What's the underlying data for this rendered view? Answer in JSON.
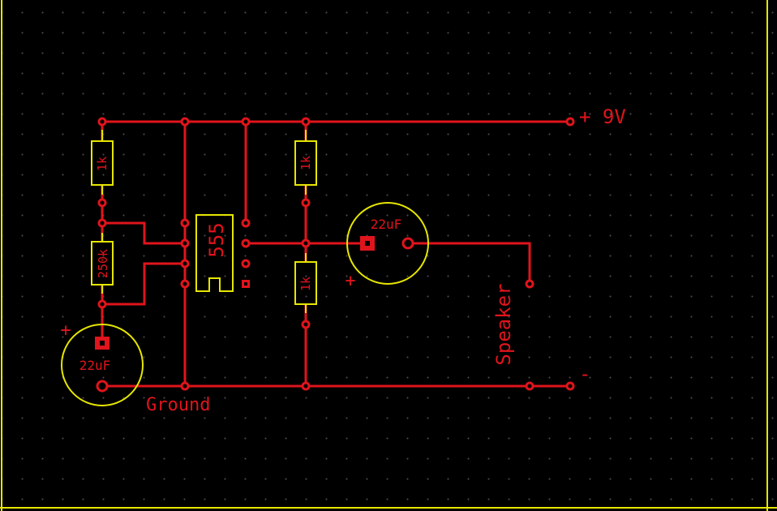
{
  "colors": {
    "copper": "#e0141c",
    "silk": "#e6e600",
    "background": "#000000"
  },
  "labels": {
    "supply": "+ 9V",
    "ground": "Ground",
    "speaker": "Speaker",
    "minus": "-",
    "plus": "+"
  },
  "components": {
    "r_top_left": "1k",
    "r_pot": "250k",
    "r_top_right": "1k",
    "r_bottom_right": "1k",
    "ic": "555",
    "c_output": "22uF",
    "c_timing": "22uF"
  }
}
